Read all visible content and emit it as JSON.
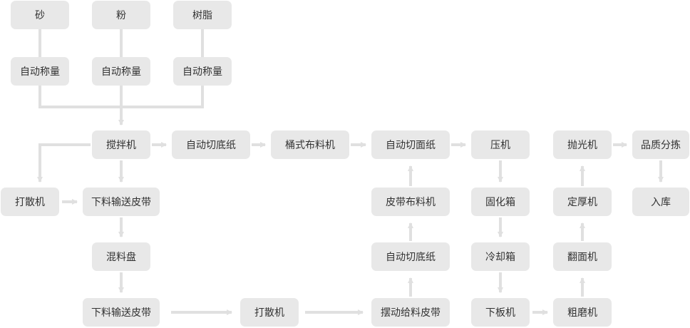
{
  "nodes": {
    "sand": "砂",
    "powder": "粉",
    "resin": "树脂",
    "weigh_1": "自动称量",
    "weigh_2": "自动称量",
    "weigh_3": "自动称量",
    "mixer": "搅拌机",
    "auto_bottom_paper_1": "自动切底纸",
    "bucket_distributor": "桶式布料机",
    "auto_face_paper": "自动切面纸",
    "press": "压机",
    "polisher": "抛光机",
    "quality_sorting": "品质分拣",
    "scatter_1": "打散机",
    "lower_belt_1": "下料输送皮带",
    "belt_distributor": "皮带布料机",
    "curing_box": "固化箱",
    "thickness_machine": "定厚机",
    "storage": "入库",
    "mixing_tray": "混料盘",
    "auto_bottom_paper_2": "自动切底纸",
    "cooling_box": "冷却箱",
    "flipper": "翻面机",
    "lower_belt_2": "下料输送皮带",
    "scatter_2": "打散机",
    "swing_belt": "摆动给料皮带",
    "board_unloader": "下板机",
    "rough_grinder": "粗磨机"
  },
  "colors": {
    "node_fill": "#e8e8e8",
    "text": "#333333",
    "connector": "#e0e0e0"
  }
}
